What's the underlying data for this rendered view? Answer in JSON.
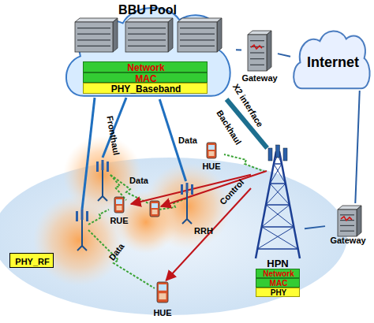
{
  "diagram": {
    "nodes": [
      {
        "text": [
          "BBU Pool"
        ]
      },
      {
        "text": [
          "Network"
        ],
        "in": 0
      },
      {
        "text": [
          "MAC"
        ],
        "in": 0
      },
      {
        "text": [
          "PHY_Baseband"
        ],
        "in": 0
      },
      {
        "text": [
          "Gateway"
        ]
      },
      {
        "text": [
          "Internet"
        ]
      },
      {
        "text": [
          "HUE"
        ]
      },
      {
        "text": [
          "RUE"
        ]
      },
      {
        "text": [
          "RRH"
        ]
      },
      {
        "text": [
          "Gateway"
        ]
      },
      {
        "text": [
          "PHY_RF"
        ]
      },
      {
        "text": [
          "HPN"
        ]
      },
      {
        "text": [
          "Network"
        ],
        "in": 11
      },
      {
        "text": [
          "MAC"
        ],
        "in": 11
      },
      {
        "text": [
          "PHY"
        ],
        "in": 11
      },
      {
        "text": [
          "HUE"
        ]
      }
    ],
    "edges": [
      {
        "from": 0,
        "to": 4,
        "arrow": "none"
      },
      {
        "from": 4,
        "to": 5,
        "arrow": "none"
      },
      {
        "from": 5,
        "to": 9,
        "arrow": "none"
      },
      {
        "from": 9,
        "to": 11,
        "arrow": "none"
      },
      {
        "from": 0,
        "to": 11,
        "label": "Backhaul",
        "arrow": "none"
      },
      {
        "from": 0,
        "to": 8,
        "label": "Fronthaul",
        "arrow": "none"
      },
      {
        "from": 11,
        "to": 7,
        "arrow": "to"
      },
      {
        "from": 11,
        "to": 15,
        "label": "Control",
        "arrow": "to"
      }
    ],
    "labels": [
      "X2 interface",
      "Data",
      "Data",
      "Data"
    ]
  }
}
